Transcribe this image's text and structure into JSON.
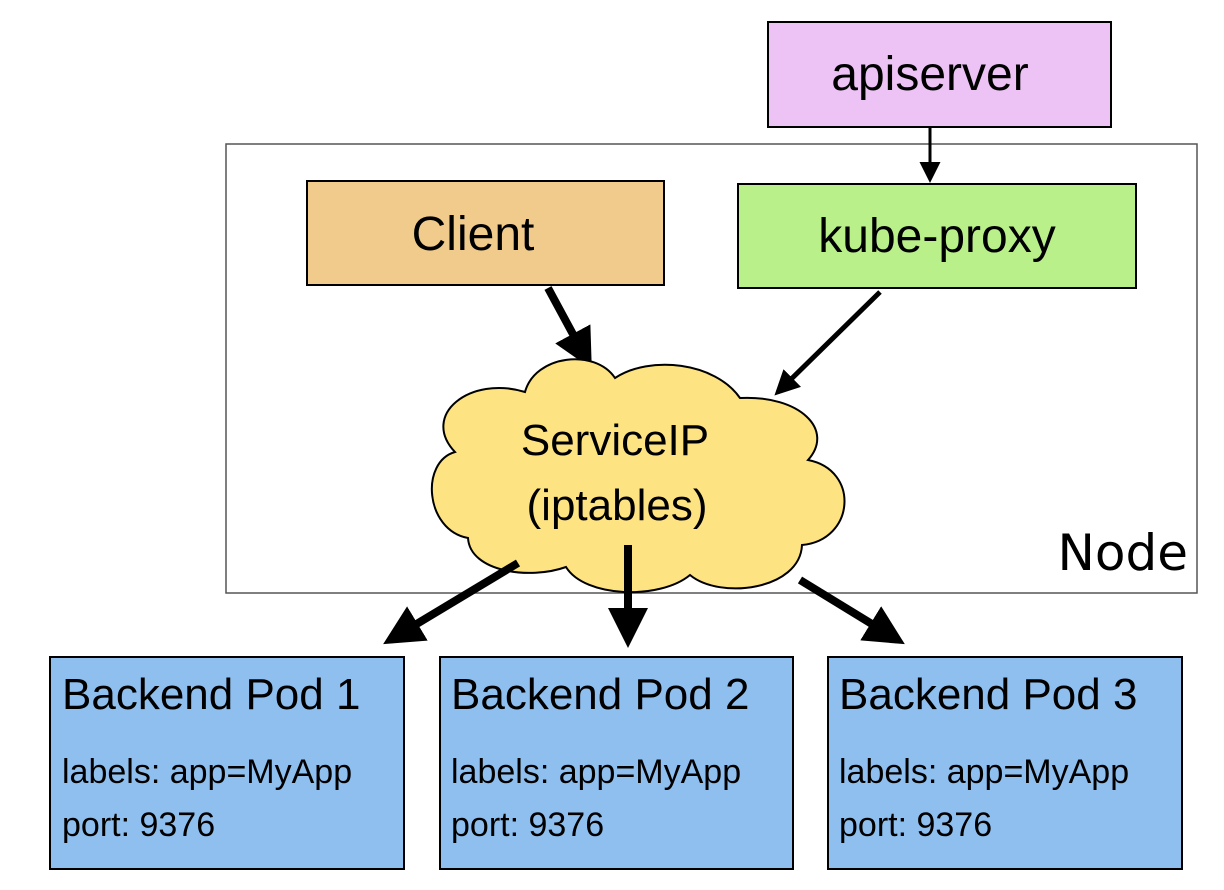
{
  "node_group": {
    "label": "Node"
  },
  "apiserver": {
    "label": "apiserver",
    "color": "#ecc3f4"
  },
  "client": {
    "label": "Client",
    "color": "#f0cb8c"
  },
  "kube_proxy": {
    "label": "kube-proxy",
    "color": "#b9f08a"
  },
  "service_ip": {
    "line1": "ServiceIP",
    "line2": "(iptables)",
    "color": "#fde381"
  },
  "pods": [
    {
      "title": "Backend Pod 1",
      "labels": "labels: app=MyApp",
      "port": "port: 9376"
    },
    {
      "title": "Backend Pod 2",
      "labels": "labels: app=MyApp",
      "port": "port: 9376"
    },
    {
      "title": "Backend Pod 3",
      "labels": "labels: app=MyApp",
      "port": "port: 9376"
    }
  ],
  "pod_color": "#8ebfef"
}
